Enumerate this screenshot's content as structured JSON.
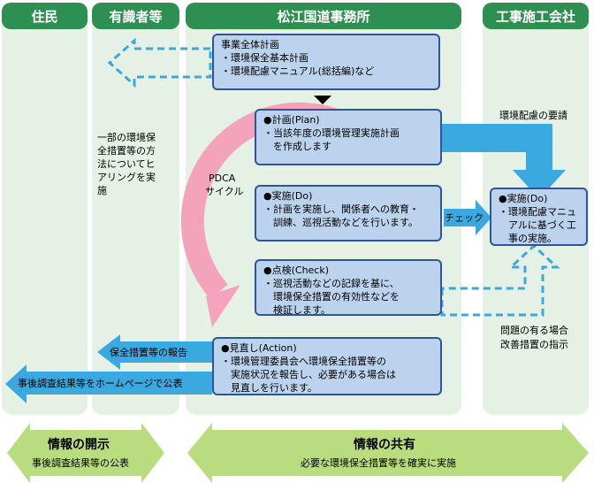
{
  "columns": {
    "residents": "住民",
    "experts": "有識者等",
    "office": "松江国道事務所",
    "contractor": "工事施工会社"
  },
  "plan_overall": {
    "title": "事業全体計画",
    "line1": "・環境保全基本計画",
    "line2": "・環境配慮マニュアル(総括編)など"
  },
  "plan": {
    "title": "●計画(Plan)",
    "line1": "・当該年度の環境管理実施計画",
    "line2": "　を作成します"
  },
  "do": {
    "title": "●実施(Do)",
    "line1": "・計画を実施し、関係者への教育・",
    "line2": "　訓練、巡視活動などを行います。"
  },
  "check": {
    "title": "●点検(Check)",
    "line1": "・巡視活動などの記録を基に、",
    "line2": "　環境保全措置の有効性などを",
    "line3": "　検証します。"
  },
  "action": {
    "title": "●見直し(Action)",
    "line1": "・環境管理委員会へ環境保全措置等の",
    "line2": "　実施状況を報告し、必要がある場合は",
    "line3": "　見直しを行います。"
  },
  "contractor_do": {
    "title": "●実施(Do)",
    "line1": "・環境配慮マニュ",
    "line2": "　アルに基づく工",
    "line3": "　事の実施。"
  },
  "pdca": {
    "line1": "PDCA",
    "line2": "サイクル"
  },
  "experts_note": {
    "line1": "一部の環境保",
    "line2": "全措置等の方",
    "line3": "法についてヒ",
    "line4": "アリングを実",
    "line5": "施"
  },
  "labels": {
    "env_request": "環境配慮の要請",
    "check": "チェック",
    "problem1": "問題の有る場合",
    "problem2": "改善措置の指示",
    "report": "保全措置等の報告",
    "publish": "事後調査結果等をホームページで公表"
  },
  "bottom": {
    "disclosure_title": "情報の開示",
    "disclosure_sub": "事後調査結果等の公表",
    "sharing_title": "情報の共有",
    "sharing_sub": "必要な環境保全措置等を確実に実施"
  },
  "colors": {
    "column_bg": "#e5f1e5",
    "header_green": "#2e8f52",
    "box_fill": "#bcd3ee",
    "box_border": "#2f5597",
    "arrow_blue": "#3aa9e0",
    "pdca_pink": "#f4a3bd",
    "bottom_green": "#b8dc7e"
  }
}
